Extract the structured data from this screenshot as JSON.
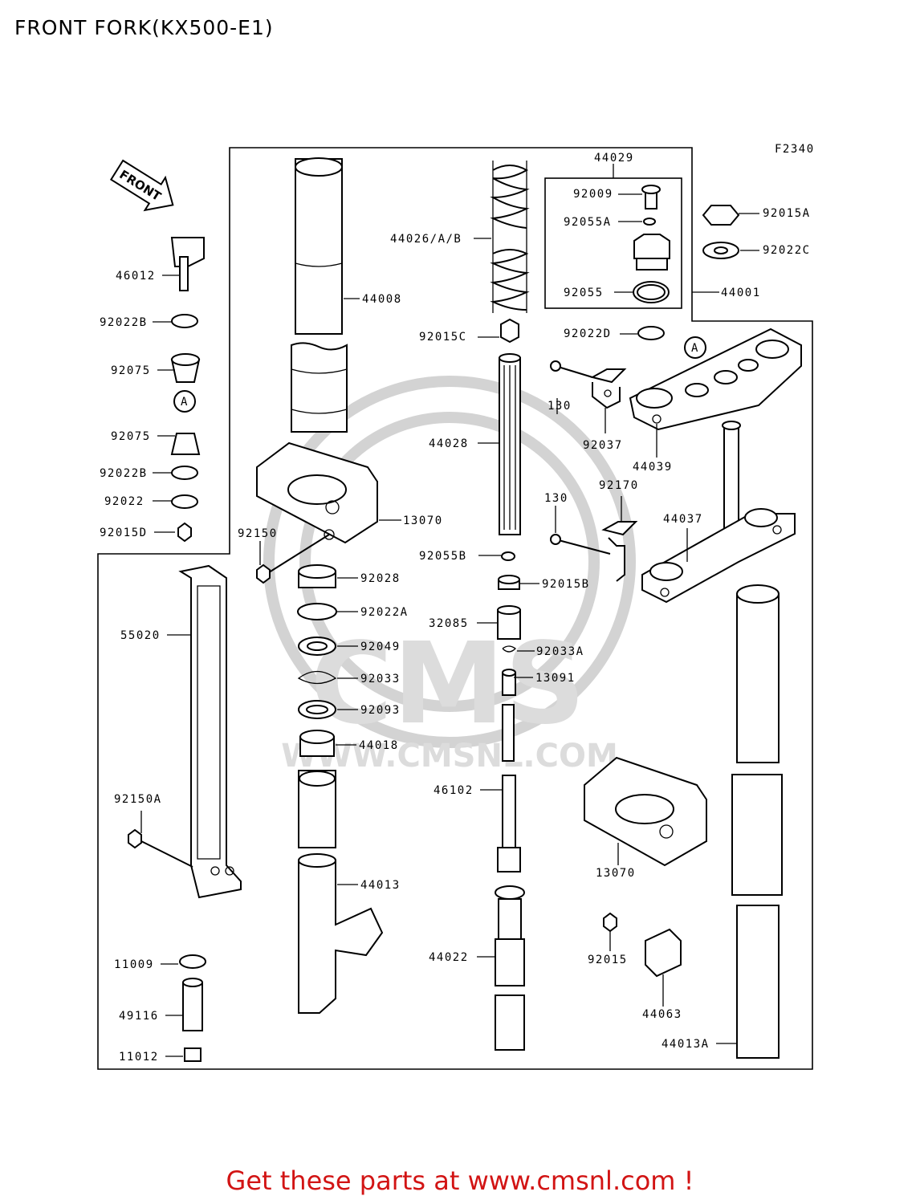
{
  "title": "FRONT FORK(KX500-E1)",
  "figure_code": "F2340",
  "front_tag": "FRONT",
  "ref_marker": "A",
  "watermark": {
    "brand": "CMS",
    "url": "WWW.CMSNL.COM"
  },
  "footer": "Get these parts at www.cmsnl.com !",
  "parts": {
    "p44029": "44029",
    "p92009": "92009",
    "p92055A": "92055A",
    "p92055": "92055",
    "p92015A": "92015A",
    "p92022C": "92022C",
    "p44001": "44001",
    "p92022D": "92022D",
    "p44026": "44026/A/B",
    "p92015C": "92015C",
    "p44028": "44028",
    "p92055B": "92055B",
    "p92015B": "92015B",
    "p32085": "32085",
    "p92033A": "92033A",
    "p13091": "13091",
    "p46102": "46102",
    "p44022": "44022",
    "p44008": "44008",
    "p13070a": "13070",
    "p92028": "92028",
    "p92022A": "92022A",
    "p92049": "92049",
    "p92033": "92033",
    "p92093": "92093",
    "p44018": "44018",
    "p44013": "44013",
    "p44013A": "44013A",
    "p46012": "46012",
    "p92022B1": "92022B",
    "p92075a": "92075",
    "p92075b": "92075",
    "p92022B2": "92022B",
    "p92022": "92022",
    "p92015D": "92015D",
    "p92150": "92150",
    "p55020": "55020",
    "p92150A": "92150A",
    "p11009": "11009",
    "p49116": "49116",
    "p11012": "11012",
    "p130a": "130",
    "p92037": "92037",
    "p44039": "44039",
    "p130b": "130",
    "p92170": "92170",
    "p44037": "44037",
    "p13070b": "13070",
    "p92015": "92015",
    "p44063": "44063"
  }
}
